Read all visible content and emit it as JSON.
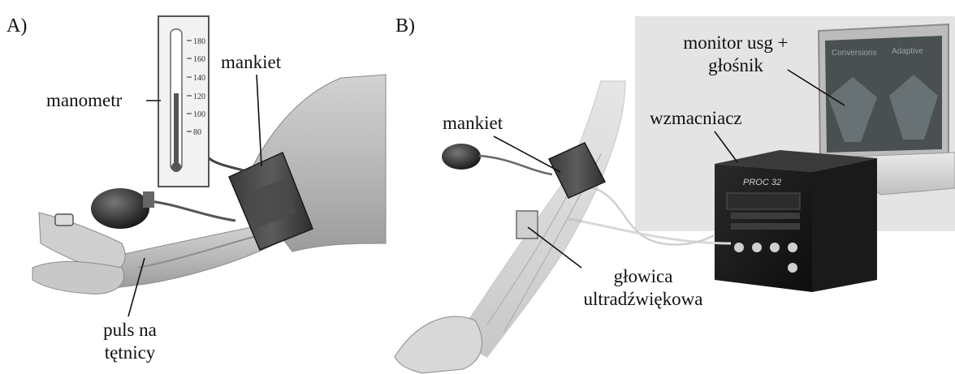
{
  "panels": {
    "a": "A)",
    "b": "B)"
  },
  "labels": {
    "manometr": "manometr",
    "mankiet_a": "mankiet",
    "puls_line1": "puls na",
    "puls_line2": "tętnicy",
    "mankiet_b": "mankiet",
    "monitor_line1": "monitor usg +",
    "monitor_line2": "głośnik",
    "wzmacniacz": "wzmacniacz",
    "glowica_line1": "głowica",
    "glowica_line2": "ultradźwiękowa"
  },
  "gauge_ticks": [
    "180",
    "160",
    "140",
    "120",
    "100",
    "80"
  ],
  "monitor_screen": {
    "left_title": "Conversions",
    "right_title": "Adaptive"
  },
  "amplifier_label": "PROC 32"
}
